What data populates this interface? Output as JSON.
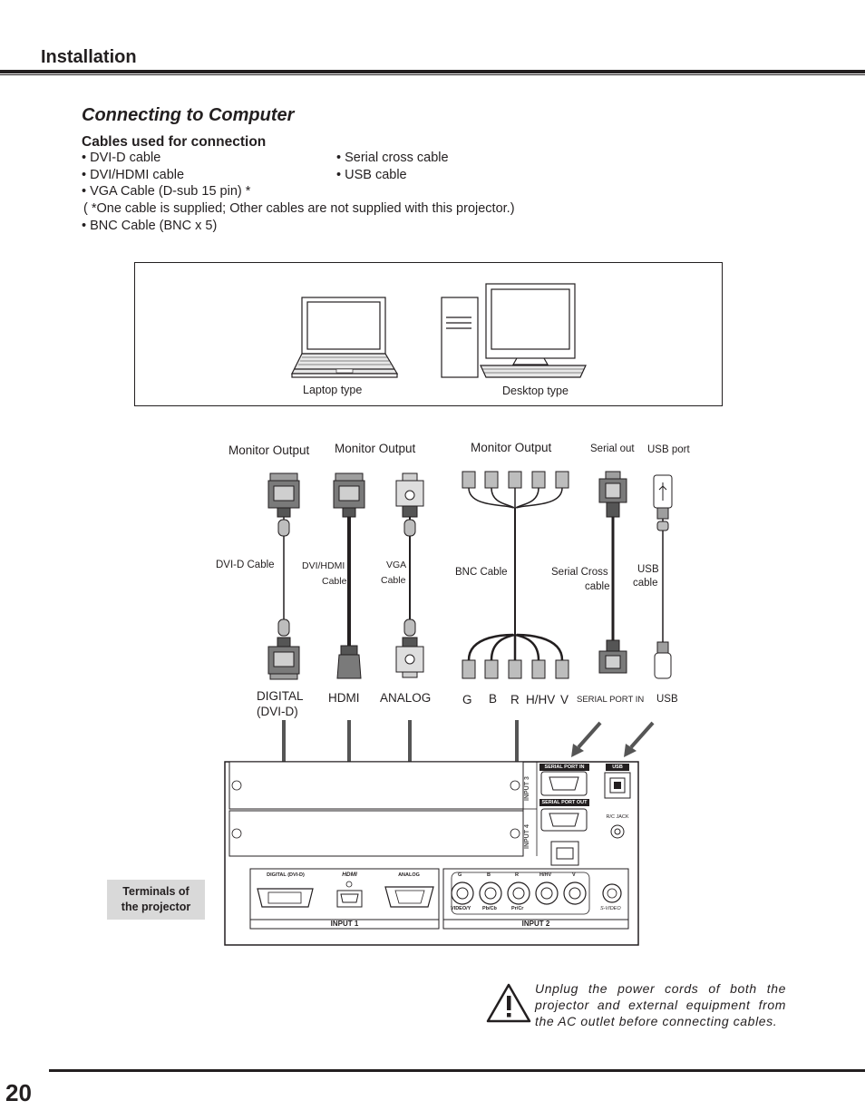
{
  "header": {
    "section": "Installation"
  },
  "title": "Connecting to Computer",
  "cables": {
    "heading": "Cables used for connection",
    "items_left": [
      "• DVI-D cable",
      "• DVI/HDMI cable",
      "• VGA Cable (D-sub 15 pin) *"
    ],
    "items_right": [
      "• Serial cross cable",
      "• USB cable"
    ],
    "note": "( *One cable is supplied; Other cables are not supplied with this projector.)",
    "bnc": "• BNC Cable (BNC x 5)"
  },
  "computers": {
    "laptop": "Laptop type",
    "desktop": "Desktop type"
  },
  "outputs": {
    "monitor1": "Monitor Output",
    "monitor2": "Monitor Output",
    "monitor3": "Monitor Output",
    "serial_out": "Serial out",
    "usb_port": "USB port"
  },
  "cable_labels": {
    "dvid": "DVI-D Cable",
    "dvihdmi_1": "DVI/HDMI",
    "dvihdmi_2": "Cable",
    "vga_1": "VGA",
    "vga_2": "Cable",
    "bnc": "BNC Cable",
    "serial_1": "Serial Cross",
    "serial_2": "cable",
    "usb_1": "USB",
    "usb_2": "cable"
  },
  "terminals": {
    "digital_1": "DIGITAL",
    "digital_2": "(DVI-D)",
    "hdmi": "HDMI",
    "analog": "ANALOG",
    "g": "G",
    "b": "B",
    "r": "R",
    "hhv": "H/HV",
    "v": "V",
    "serial_in": "SERIAL PORT IN",
    "usb": "USB"
  },
  "panel": {
    "serial_port_in": "SERIAL PORT IN",
    "serial_port_out": "SERIAL PORT OUT",
    "usb": "USB",
    "rc_jack": "R/C JACK",
    "input3": "INPUT 3",
    "input4": "INPUT 4",
    "digital_dvid": "DIGITAL (DVI-D)",
    "hdmi_logo": "HDMI",
    "analog": "ANALOG",
    "g": "G",
    "b": "B",
    "r": "R",
    "hhv": "H/HV",
    "v": "V",
    "video_y": "VIDEO/Y",
    "pb_cb": "Pb/Cb",
    "pr_cr": "Pr/Cr",
    "s_video": "S-VIDEO",
    "input1": "INPUT 1",
    "input2": "INPUT 2"
  },
  "terminals_caption": "Terminals of the projector",
  "warning": "Unplug the power cords of both the projector and external equipment from the AC outlet before connecting cables.",
  "page_number": "20"
}
